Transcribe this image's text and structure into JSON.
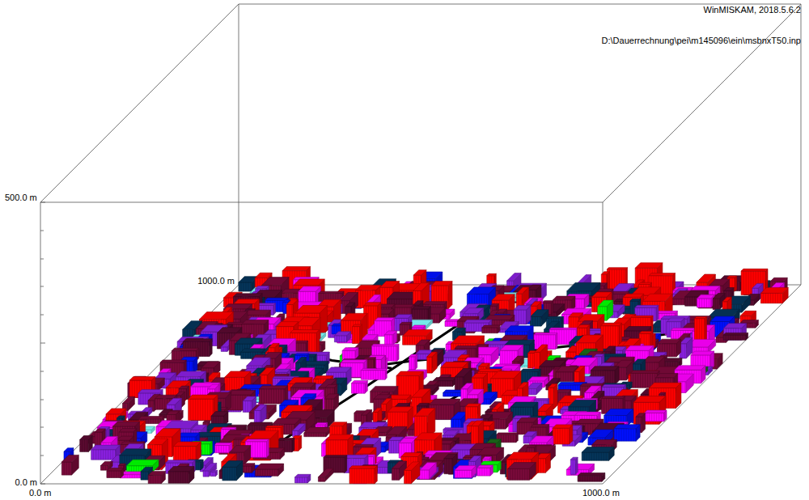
{
  "diagram": {
    "labels": [
      "WinMISKAM, 2018.5.6.2",
      "D:\\Dauerrechnung\\pei\\m145096\\ein\\msbnxT50.inp",
      "500.0 m",
      "1000.0 m",
      "0.0 m",
      "0.0 m",
      "1000.0 m"
    ]
  }
}
